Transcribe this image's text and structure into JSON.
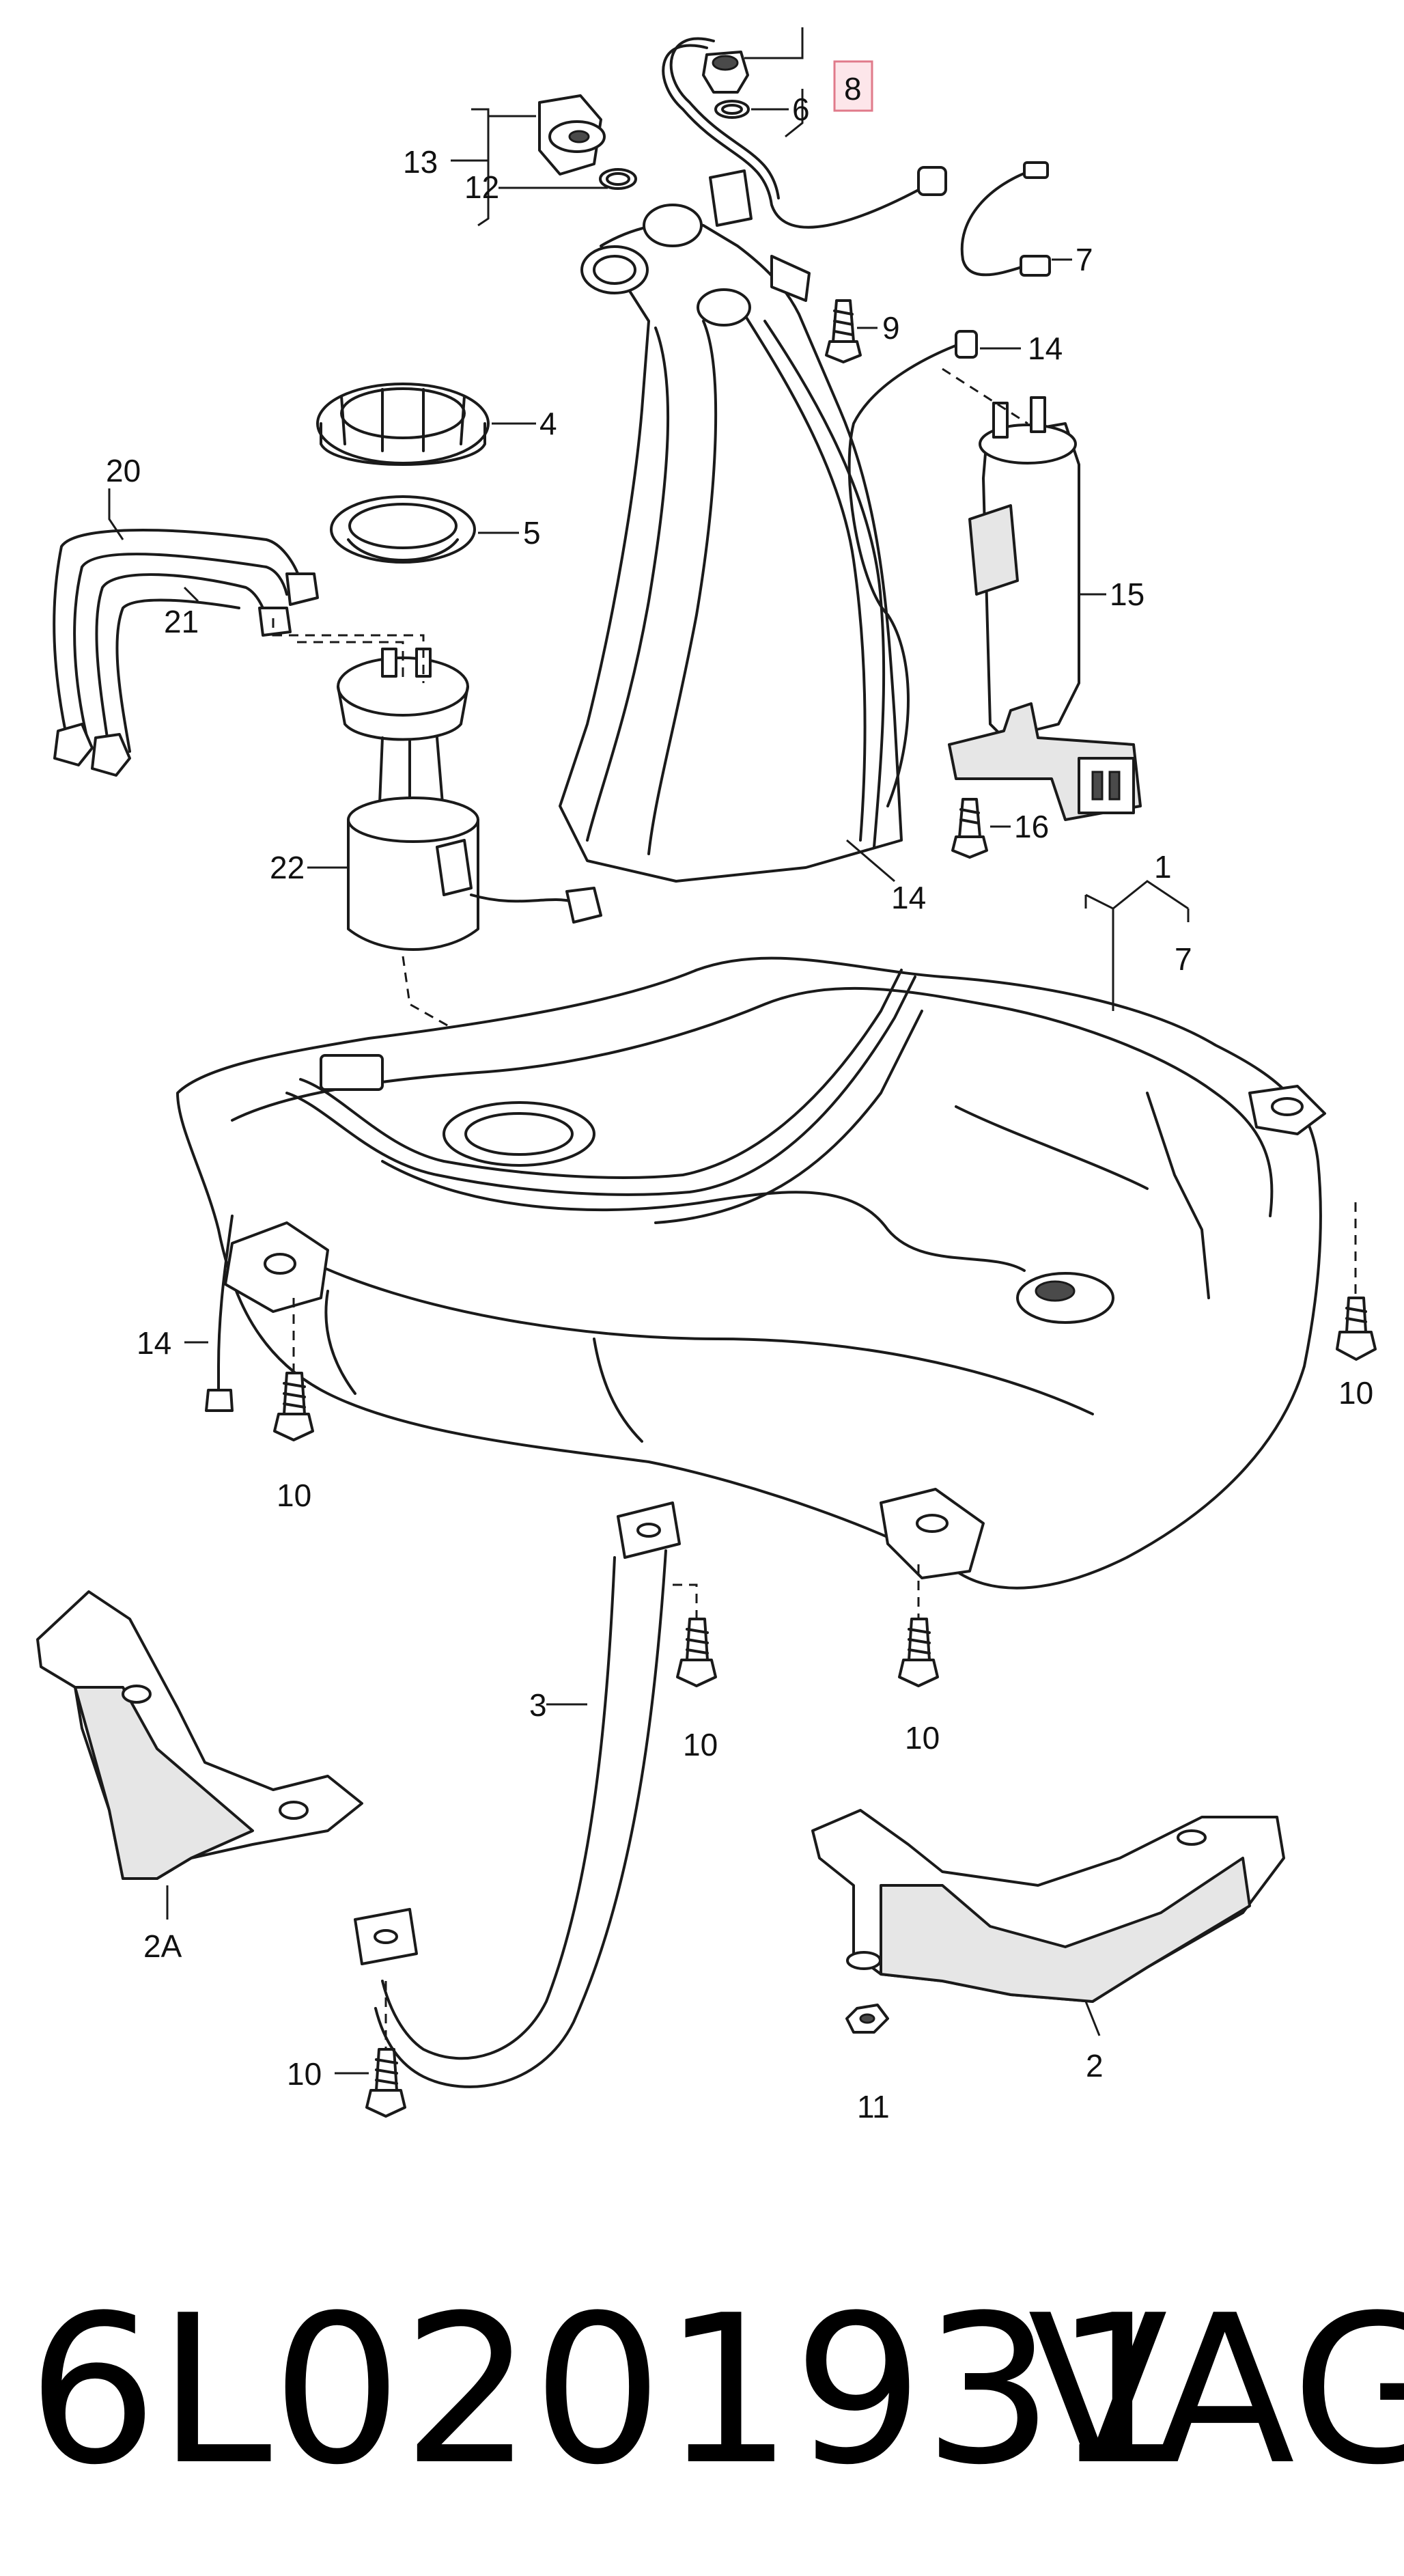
{
  "diagram": {
    "callouts": {
      "c1": "1",
      "c2": "2",
      "c2a": "2A",
      "c3": "3",
      "c4": "4",
      "c5": "5",
      "c6": "6",
      "c7_top": "7",
      "c7_tank": "7",
      "c8": "8",
      "c9": "9",
      "c10_a": "10",
      "c10_b": "10",
      "c10_c": "10",
      "c10_d": "10",
      "c10_e": "10",
      "c11": "11",
      "c12": "12",
      "c13": "13",
      "c14_top": "14",
      "c14_mid": "14",
      "c14_left": "14",
      "c15": "15",
      "c16": "16",
      "c20": "20",
      "c21": "21",
      "c22": "22"
    },
    "highlight_color": "#e07a8a"
  },
  "footer": {
    "part_number": "6L0201931",
    "brand": "VAG"
  }
}
